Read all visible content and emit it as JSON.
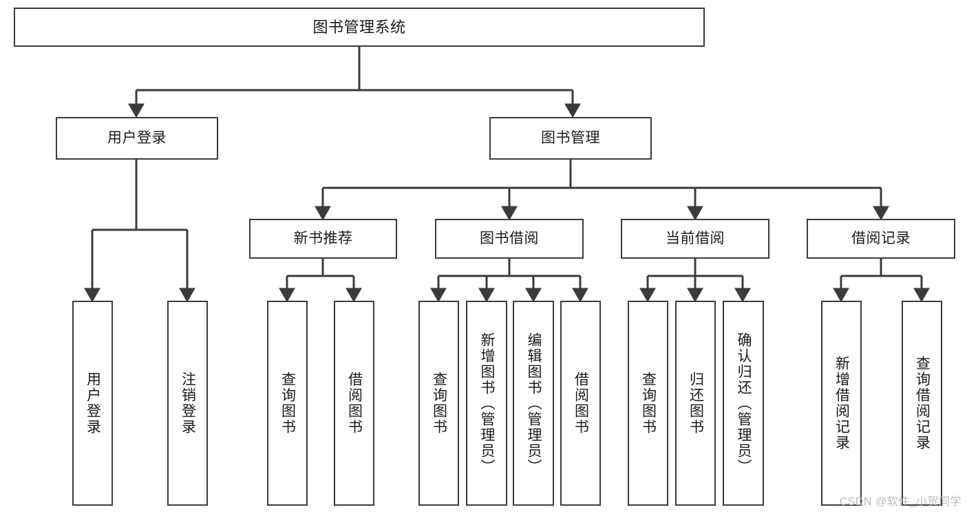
{
  "diagram": {
    "title": "图书管理系统",
    "type": "tree",
    "style": {
      "box_border_color": "#3b3b3b",
      "box_fill_color": "#ffffff",
      "connector_color": "#3b3b3b",
      "text_color": "#1a1a1a",
      "background": "#ffffff"
    },
    "root": {
      "label": "图书管理系统"
    },
    "level2": [
      {
        "label": "用户登录"
      },
      {
        "label": "图书管理"
      }
    ],
    "level3": [
      {
        "label": "新书推荐"
      },
      {
        "label": "图书借阅"
      },
      {
        "label": "当前借阅"
      },
      {
        "label": "借阅记录"
      }
    ],
    "leaves": {
      "user_login": [
        {
          "label": "用户登录"
        },
        {
          "label": "注销登录"
        }
      ],
      "new_book_recommend": [
        {
          "label": "查询图书"
        },
        {
          "label": "借阅图书"
        }
      ],
      "book_borrow": [
        {
          "label": "查询图书"
        },
        {
          "label": "新增图书（管理员）"
        },
        {
          "label": "编辑图书（管理员）"
        },
        {
          "label": "借阅图书"
        }
      ],
      "current_borrow": [
        {
          "label": "查询图书"
        },
        {
          "label": "归还图书"
        },
        {
          "label": "确认归还（管理员）"
        }
      ],
      "borrow_record": [
        {
          "label": "新增借阅记录"
        },
        {
          "label": "查询借阅记录"
        }
      ]
    }
  },
  "watermark": {
    "text": "CSDN @软件_小贺同学"
  }
}
